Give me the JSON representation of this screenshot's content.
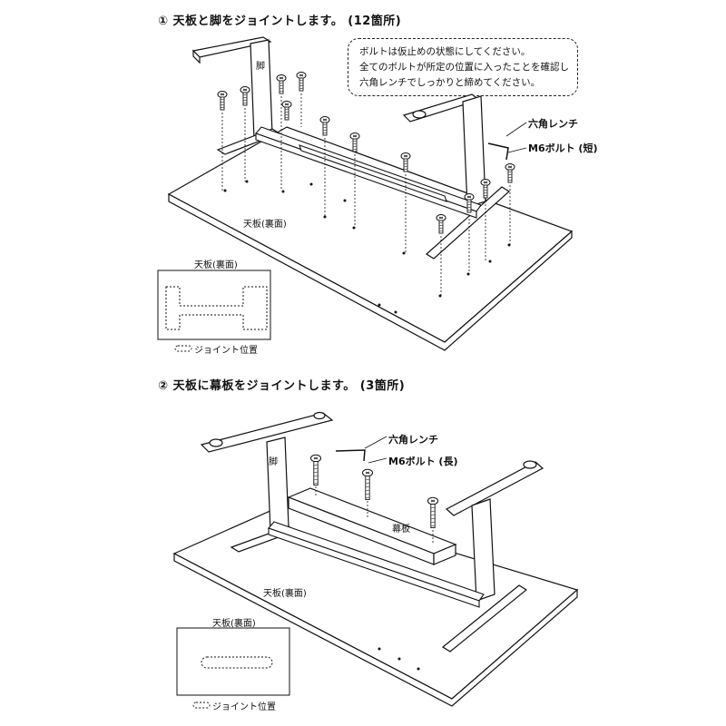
{
  "step1": {
    "heading": "① 天板と脚をジョイントします。 (12箇所)",
    "note_lines": [
      "ボルトは仮止めの状態にしてください。",
      "全てのボルトが所定の位置に入ったことを確認し",
      "六角レンチでしっかりと締めてください。"
    ],
    "label_hex_wrench": "六角レンチ",
    "label_bolt": "M6ボルト (短)",
    "label_leg": "脚",
    "label_top": "天板(裏面)",
    "inset_title": "天板(裏面)",
    "inset_legend": "ジョイント位置"
  },
  "step2": {
    "heading": "② 天板に幕板をジョイントします。 (3箇所)",
    "label_hex_wrench": "六角レンチ",
    "label_bolt": "M6ボルト (長)",
    "label_leg": "脚",
    "label_modesty": "幕板",
    "label_top": "天板(裏面)",
    "inset_title": "天板(裏面)",
    "inset_legend": "ジョイント位置"
  }
}
